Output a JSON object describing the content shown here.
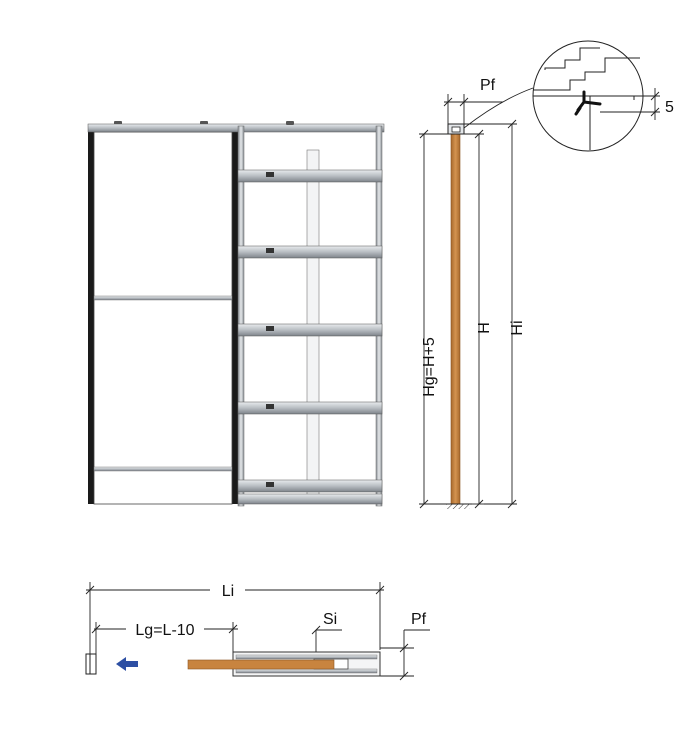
{
  "labels": {
    "pf_top": "Pf",
    "five": "5",
    "hg": "Hg=H+5",
    "h": "H",
    "hi": "Hi",
    "li": "Li",
    "lg": "Lg=L-10",
    "si": "Si",
    "pf_bottom": "Pf"
  },
  "colors": {
    "wood": "#c8843f",
    "wood_dark": "#9b6126",
    "frame": "#1a1a1a",
    "steel": "#b9bec3",
    "steel_dark": "#6f757b",
    "arrow": "#2d4fa3"
  },
  "icons": {
    "arrow": "arrow-left-icon",
    "floor": "floor-hatch-icon"
  }
}
